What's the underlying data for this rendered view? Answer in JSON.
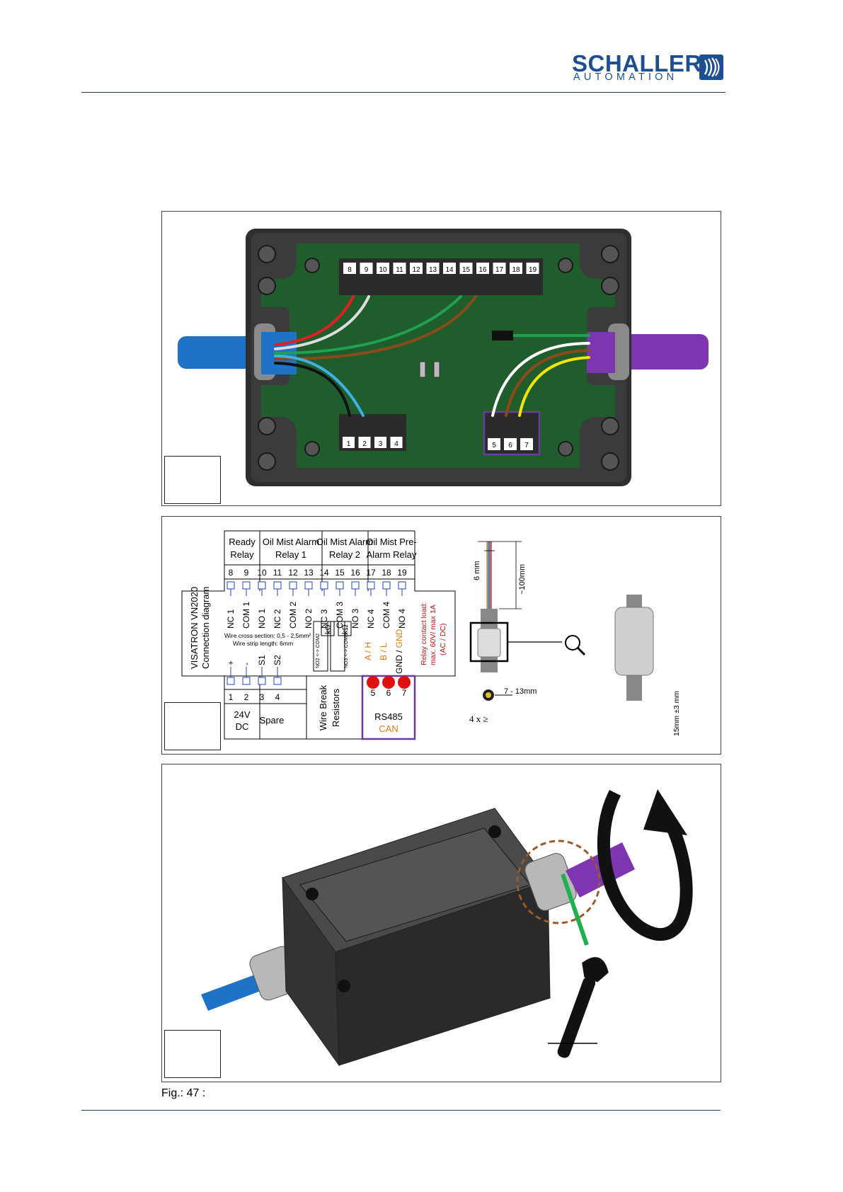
{
  "header": {
    "logo_name": "SCHALLER",
    "logo_sub": "AUTOMATION",
    "brand_color": "#1d4f91"
  },
  "figure_top": {
    "terminals_top": [
      "8",
      "9",
      "10",
      "11",
      "12",
      "13",
      "14",
      "15",
      "16",
      "17",
      "18",
      "19"
    ],
    "terminals_bottom_left": [
      "1",
      "2",
      "3",
      "4"
    ],
    "terminals_bottom_right": [
      "5",
      "6",
      "7"
    ]
  },
  "figure_diagram": {
    "groups": [
      {
        "line1": "Ready",
        "line2": "Relay"
      },
      {
        "line1": "Oil Mist Alarm",
        "line2": "Relay 1"
      },
      {
        "line1": "Oil Mist Alarm",
        "line2": "Relay 2"
      },
      {
        "line1": "Oil Mist Pre-",
        "line2": "Alarm Relay"
      }
    ],
    "top_numbers": [
      "8",
      "9",
      "10",
      "11",
      "12",
      "13",
      "14",
      "15",
      "16",
      "17",
      "18",
      "19"
    ],
    "top_signals": [
      "NC 1",
      "COM 1",
      "NO 1",
      "NC 2",
      "COM 2",
      "NO 2",
      "NC 3",
      "COM 3",
      "NO 3",
      "NC 4",
      "COM 4",
      "NO 4"
    ],
    "side_title": "VISATRON VN2020",
    "side_subtitle": "Connection diagram",
    "wire_cross": "Wire cross section: 0,5 - 2,5mm²",
    "wire_strip": "Wire strip length: 6mm",
    "no2com2": "NO2 <-> COM2",
    "no3com3": "NO3 <-> COM3",
    "kohm": "kΩ",
    "bottom_signals": [
      "+",
      "-",
      "S1",
      "S2"
    ],
    "bottom_numbers": [
      "1",
      "2",
      "3",
      "4"
    ],
    "label_24v": "24V",
    "label_dc": "DC",
    "label_spare": "Spare",
    "wire_break_1": "Wire Break",
    "wire_break_2": "Resistors",
    "rs_numbers": [
      "5",
      "6",
      "7"
    ],
    "rs_signal_a": "A / H",
    "rs_signal_b": "B / L",
    "rs_signal_gnd_1": "GND / ",
    "rs_signal_gnd_2": "GND",
    "rs485": "RS485",
    "can": "CAN",
    "relay_load_1": "Relay contact load:",
    "relay_load_2": "max. 60V/ max 1A",
    "relay_load_3": "(AC / DC)",
    "dim_6mm": "6 mm",
    "dim_100mm": "~100mm",
    "dim_cable": "7 - 13mm",
    "dim_4x": "4 x ≥",
    "dim_15mm": "15mm ±3 mm"
  },
  "caption": "Fig.: 47 :"
}
